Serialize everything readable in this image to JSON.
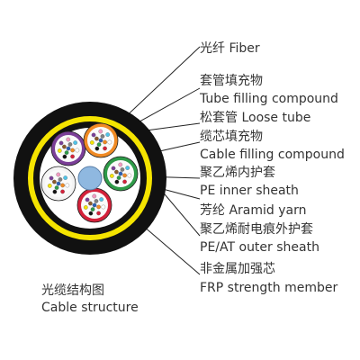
{
  "labels": {
    "fiber": "光纤 Fiber",
    "tube_filling_cn": "套管填充物",
    "tube_filling_en": "Tube filling compound",
    "loose_tube": "松套管 Loose tube",
    "cable_filling_cn": "缆芯填充物",
    "cable_filling_en": "Cable filling compound",
    "pe_inner_cn": "聚乙烯内护套",
    "pe_inner_en": "PE inner sheath",
    "aramid": "芳纶  Aramid yarn",
    "pe_outer_cn": "聚乙烯耐电痕外护套",
    "pe_outer_en": "PE/AT outer sheath",
    "frp_cn": "非金属加强芯",
    "frp_en": "FRP strength member"
  },
  "caption": {
    "cn": "光缆结构图",
    "en": "Cable structure"
  },
  "colors": {
    "outer_sheath": "#111111",
    "aramid_yarn": "#f5e400",
    "inner_sheath": "#111111",
    "cable_core_fill": "#ffffff",
    "frp_member": "#8fb8e0",
    "tube_purple": "#7b3f98",
    "tube_orange": "#f08a24",
    "tube_green": "#2e9a48",
    "tube_red": "#d4213a",
    "tube_white": "#f4f4f4",
    "tube_blue": "#2b5fb4",
    "leader_lines": "#222222"
  },
  "fiber_colors": [
    "#2b5fb4",
    "#f08a24",
    "#2e9a48",
    "#8b5a2b",
    "#808080",
    "#ffffff",
    "#d4213a",
    "#111111",
    "#f5e400",
    "#7b3f98",
    "#f29ac1",
    "#4fc3e8"
  ]
}
